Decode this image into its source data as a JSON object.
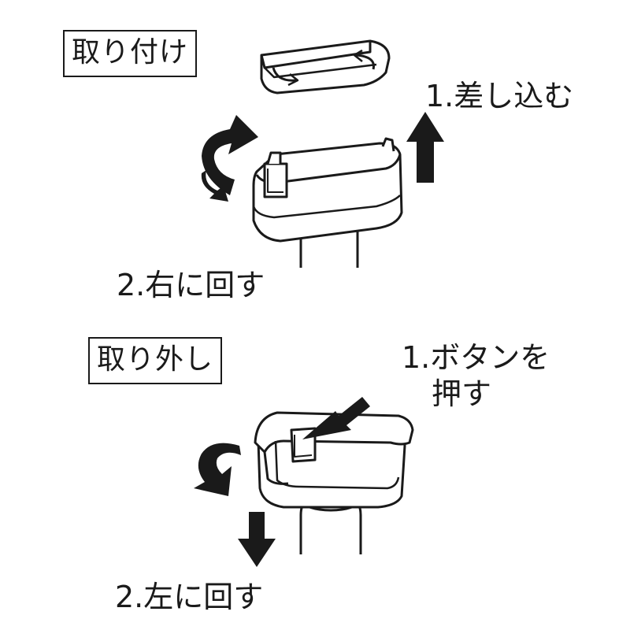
{
  "install": {
    "heading": "取り付け",
    "step1": "1.差し込む",
    "step2": "2.右に回す"
  },
  "remove": {
    "heading": "取り外し",
    "step1_line1": "1.ボタンを",
    "step1_line2": "押す",
    "step2": "2.左に回す"
  },
  "colors": {
    "ink": "#1a1a1a",
    "paper": "#ffffff"
  },
  "icons": {
    "install_rotate": "curved-rotate-right-arrow-icon",
    "install_insert": "up-arrow-icon",
    "remove_press": "diagonal-press-arrow-icon",
    "remove_rotate": "curved-rotate-left-arrow-icon",
    "remove_pull": "down-arrow-icon"
  }
}
